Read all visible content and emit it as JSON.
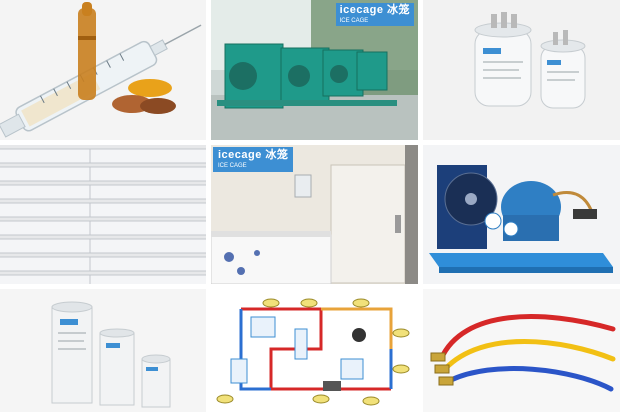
{
  "tiles": [
    {
      "id": "syringe",
      "subject": "syringe with ampoule and capsules"
    },
    {
      "id": "condensing-units-outdoor",
      "subject": "row of condensing units outdoors"
    },
    {
      "id": "capacitors-oval",
      "subject": "two oval run capacitors"
    },
    {
      "id": "insulation-panels",
      "subject": "stacked insulation panels"
    },
    {
      "id": "cold-room-interior",
      "subject": "cold room with chest freezers and door"
    },
    {
      "id": "condensing-unit-blue",
      "subject": "condensing unit on blue base"
    },
    {
      "id": "capacitors-round",
      "subject": "three round capacitors"
    },
    {
      "id": "refrigeration-diagram",
      "subject": "refrigeration system schematic"
    },
    {
      "id": "charging-hoses",
      "subject": "red, yellow and blue charging hoses"
    }
  ],
  "brand": {
    "name": "icecage 冰笼",
    "tagline": "ICE  CAGE"
  },
  "colors": {
    "brand_blue": "#3d8fd3",
    "unit_green": "#1f9a8a",
    "unit_blue": "#2f7fc4",
    "hose_red": "#d62828",
    "hose_yellow": "#f2c014",
    "hose_blue": "#2b55c8"
  }
}
